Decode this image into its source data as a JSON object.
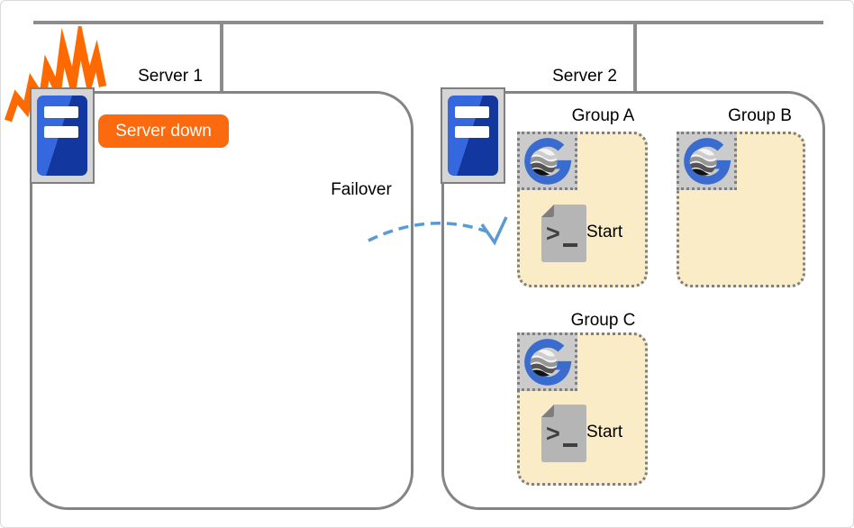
{
  "servers": [
    {
      "label": "Server 1",
      "badge": "Server down",
      "state": "down"
    },
    {
      "label": "Server 2",
      "state": "up"
    }
  ],
  "failover": {
    "label": "Failover"
  },
  "groups": [
    {
      "label": "Group A",
      "action": "Start"
    },
    {
      "label": "Group B"
    },
    {
      "label": "Group C",
      "action": "Start"
    }
  ],
  "icons": {
    "explosion": "orange-crash-burst",
    "server": "blue-server-tower",
    "group_logo": "g-globe-logo",
    "start_script": "terminal-script-file",
    "failover_arrow": "dashed-curved-arrow"
  },
  "colors": {
    "burst_orange": "#ff6a00",
    "badge_orange": "#fb6a0e",
    "group_fill": "#faecc7",
    "arrow_blue": "#5b9bd5",
    "logo_blue": "#3a6cd0",
    "server_blue": "#1e4fc4",
    "border_gray": "#848484"
  }
}
